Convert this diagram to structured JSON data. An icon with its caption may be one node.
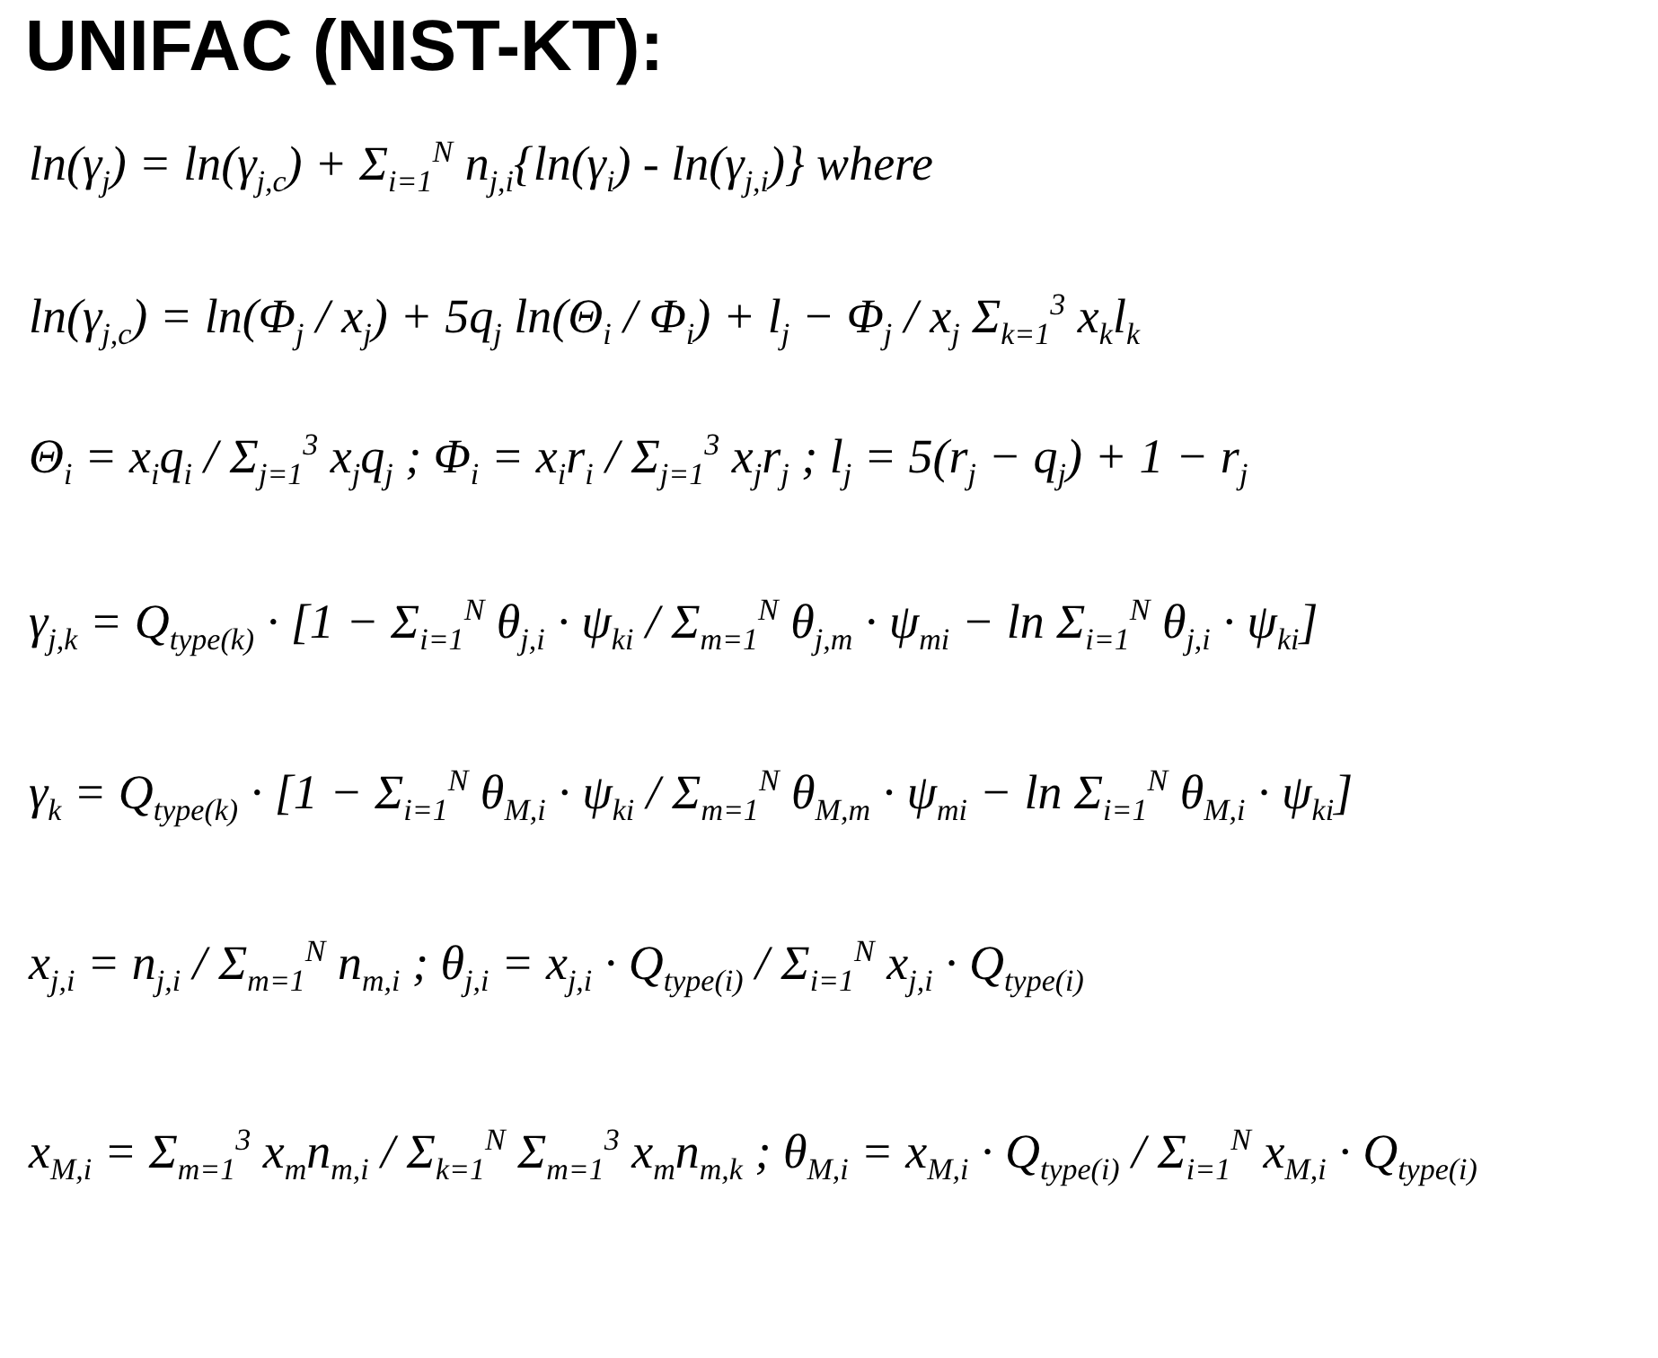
{
  "diagram": {
    "title": "UNIFAC (NIST-KT):",
    "labels": [
      "ln(γ$_{j}$) = ln(γ$_{j,c}$) + Σ$_{i=1}$$^{N}$ n$_{j,i}${ln(γ$_{i}$) - ln(γ$_{j,i}$)} where",
      "ln(γ$_{j,c}$) = ln(Φ$_{j}$ / x$_{j}$) + 5q$_{j}$ ln(Θ$_{i}$ / Φ$_{i}$) + l$_{j}$ − Φ$_{j}$ / x$_{j}$ Σ$_{k=1}$$^{3}$ x$_{k}$l$_{k}$",
      "Θ$_{i}$ = x$_{i}$q$_{i}$ / Σ$_{j=1}$$^{3}$ x$_{j}$q$_{j}$ ; Φ$_{i}$ = x$_{i}$r$_{i}$ / Σ$_{j=1}$$^{3}$ x$_{j}$r$_{j}$ ; l$_{j}$ = 5(r$_{j}$ − q$_{j}$) + 1 − r$_{j}$",
      "γ$_{j,k}$ = Q$_{type(k)}$ · [1 − Σ$_{i=1}$$^{N}$ θ$_{j,i}$ · ψ$_{ki}$ / Σ$_{m=1}$$^{N}$ θ$_{j,m}$ · ψ$_{mi}$ − ln Σ$_{i=1}$$^{N}$ θ$_{j,i}$ · ψ$_{ki}$]",
      "γ$_{k}$ = Q$_{type(k)}$ · [1 − Σ$_{i=1}$$^{N}$ θ$_{M,i}$ · ψ$_{ki}$ / Σ$_{m=1}$$^{N}$ θ$_{M,m}$ · ψ$_{mi}$ − ln Σ$_{i=1}$$^{N}$ θ$_{M,i}$ · ψ$_{ki}$]",
      "x$_{j,i}$ = n$_{j,i}$ / Σ$_{m=1}$$^{N}$ n$_{m,i}$ ; θ$_{j,i}$ = x$_{j,i}$ · Q$_{type(i)}$ / Σ$_{i=1}$$^{N}$ x$_{j,i}$ · Q$_{type(i)}$",
      "x$_{M,i}$ = Σ$_{m=1}$$^{3}$ x$_{m}$n$_{m,i}$ / Σ$_{k=1}$$^{N}$ Σ$_{m=1}$$^{3}$ x$_{m}$n$_{m,k}$ ; θ$_{M,i}$ = x$_{M,i}$ · Q$_{type(i)}$ / Σ$_{i=1}$$^{N}$ x$_{M,i}$ · Q$_{type(i)}$"
    ]
  }
}
